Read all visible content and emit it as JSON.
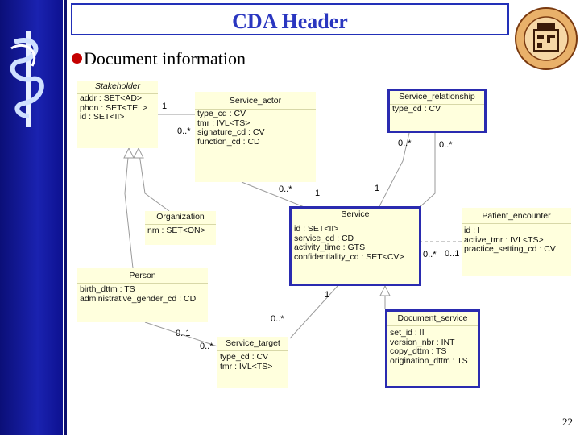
{
  "title": "CDA Header",
  "heading": "Document information",
  "page_number": "22",
  "colors": {
    "sidebar": "#1a22b0",
    "title_text": "#2a36c0",
    "bullet": "#c40000",
    "class_fill": "#ffffdd",
    "selected_border": "#2a2bb0"
  },
  "icons": [
    "caduceus-icon",
    "hl7-seal-icon"
  ],
  "classes": {
    "stakeholder": {
      "name": "Stakeholder",
      "attrs": [
        "addr : SET<AD>",
        "phon : SET<TEL>",
        "id : SET<II>"
      ]
    },
    "service_actor": {
      "name": "Service_actor",
      "attrs": [
        "type_cd : CV",
        "tmr : IVL<TS>",
        "signature_cd : CV",
        "function_cd : CD"
      ]
    },
    "service_relationship": {
      "name": "Service_relationship",
      "attrs": [
        "type_cd : CV"
      ]
    },
    "organization": {
      "name": "Organization",
      "attrs": [
        "nm : SET<ON>"
      ]
    },
    "service": {
      "name": "Service",
      "attrs": [
        "id : SET<II>",
        "service_cd : CD",
        "activity_time : GTS",
        "confidentiality_cd : SET<CV>"
      ]
    },
    "patient_encounter": {
      "name": "Patient_encounter",
      "attrs": [
        "id : I",
        "active_tmr : IVL<TS>",
        "practice_setting_cd : CV"
      ]
    },
    "person": {
      "name": "Person",
      "attrs": [
        "birth_dttm : TS",
        "administrative_gender_cd : CD"
      ]
    },
    "document_service": {
      "name": "Document_service",
      "attrs": [
        "set_id : II",
        "version_nbr : INT",
        "copy_dttm : TS",
        "origination_dttm : TS"
      ]
    },
    "service_target": {
      "name": "Service_target",
      "attrs": [
        "type_cd : CV",
        "tmr : IVL<TS>"
      ]
    }
  },
  "multiplicities": {
    "stakeholder_actor_one": "1",
    "actor_stakeholder_many": "0..*",
    "actor_service_many": "0..*",
    "service_actor_one": "1",
    "rel_left_many": "0..*",
    "rel_right_many": "0..*",
    "rel_service_one": "1",
    "encounter_service_many": "0..*",
    "encounter_one": "0..1",
    "service_target_one": "1",
    "target_service_many": "0..*",
    "person_target_one": "0..1",
    "target_person_many": "0..*"
  }
}
